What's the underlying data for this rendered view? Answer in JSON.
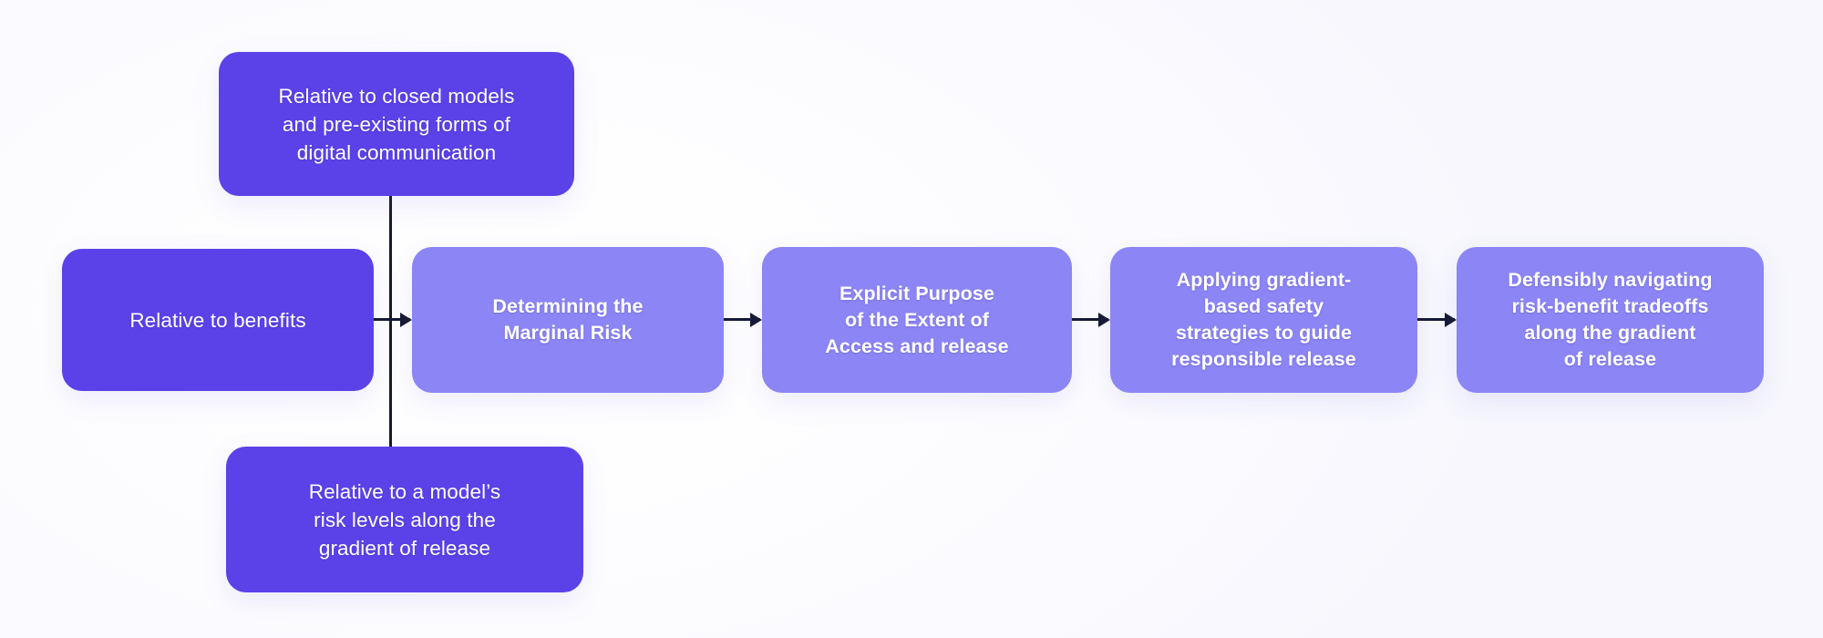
{
  "diagram": {
    "title": "Determining the Marginal Risk flow",
    "colors": {
      "node_dark": "#5b42e8",
      "node_light": "#8b85f5",
      "connector": "#161a33",
      "text": "#ffffff",
      "background": "#fbfbfe"
    },
    "nodes": {
      "top_context": {
        "text": "Relative to closed models\nand pre-existing forms of\ndigital communication",
        "style": "dark"
      },
      "bottom_context": {
        "text": "Relative to a model’s\nrisk levels along the\ngradient of release",
        "style": "dark"
      },
      "benefits": {
        "text": "Relative to benefits",
        "style": "dark"
      },
      "marginal_risk": {
        "text": "Determining the\nMarginal Risk",
        "style": "light"
      },
      "explicit_purpose": {
        "text": "Explicit Purpose\nof the Extent of\nAccess and release",
        "style": "light"
      },
      "applying_strategies": {
        "text": "Applying gradient-\nbased safety\nstrategies to guide\nresponsible release",
        "style": "light"
      },
      "defensibly_navigating": {
        "text": "Defensibly navigating\nrisk-benefit tradeoffs\nalong the gradient\nof release",
        "style": "light"
      }
    },
    "connectors": [
      {
        "name": "vertical-context-connector",
        "from": "top_context",
        "to": "bottom_context",
        "kind": "line"
      },
      {
        "name": "arrow-benefits-to-marginal-risk",
        "from": "benefits",
        "to": "marginal_risk",
        "kind": "arrow"
      },
      {
        "name": "arrow-marginal-risk-to-explicit-purpose",
        "from": "marginal_risk",
        "to": "explicit_purpose",
        "kind": "arrow"
      },
      {
        "name": "arrow-explicit-purpose-to-applying",
        "from": "explicit_purpose",
        "to": "applying_strategies",
        "kind": "arrow"
      },
      {
        "name": "arrow-applying-to-defensibly",
        "from": "applying_strategies",
        "to": "defensibly_navigating",
        "kind": "arrow"
      }
    ]
  }
}
